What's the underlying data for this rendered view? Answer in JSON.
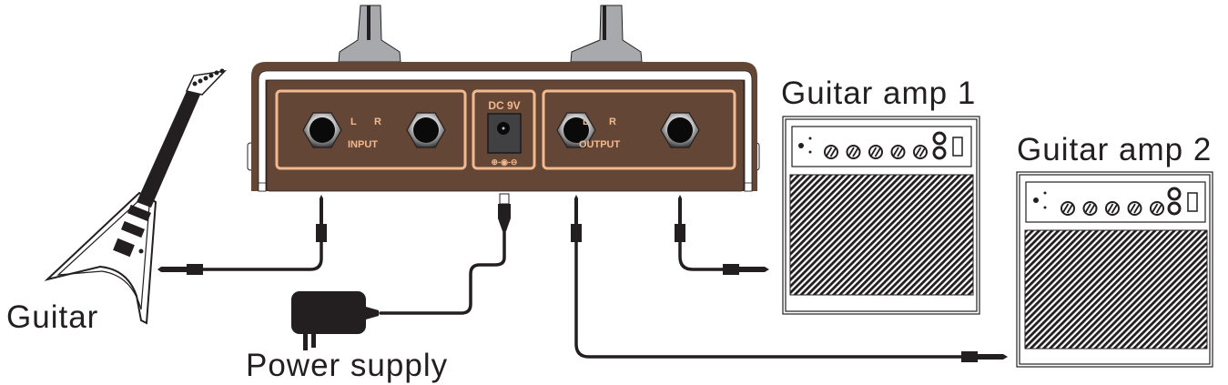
{
  "title": "Stereo pedal connection diagram",
  "labels": {
    "guitar": "Guitar",
    "power_supply": "Power supply",
    "amp1": "Guitar amp 1",
    "amp2": "Guitar amp 2"
  },
  "pedal": {
    "input_label": "INPUT",
    "output_label": "OUTPUT",
    "left_label": "L",
    "right_label": "R",
    "dc_label": "DC 9V",
    "polarity_symbols": "⊕-◉-⊖"
  },
  "colors": {
    "pedal_body": "#644636",
    "pedal_trim": "#f3b98e",
    "knob": "#a7a9ac",
    "ink": "#231f20",
    "background": "#ffffff"
  },
  "connections": [
    {
      "from": "Guitar",
      "to": "INPUT L"
    },
    {
      "from": "Power supply",
      "to": "DC 9V"
    },
    {
      "from": "OUTPUT L",
      "to": "Guitar amp 2"
    },
    {
      "from": "OUTPUT R",
      "to": "Guitar amp 1"
    }
  ]
}
